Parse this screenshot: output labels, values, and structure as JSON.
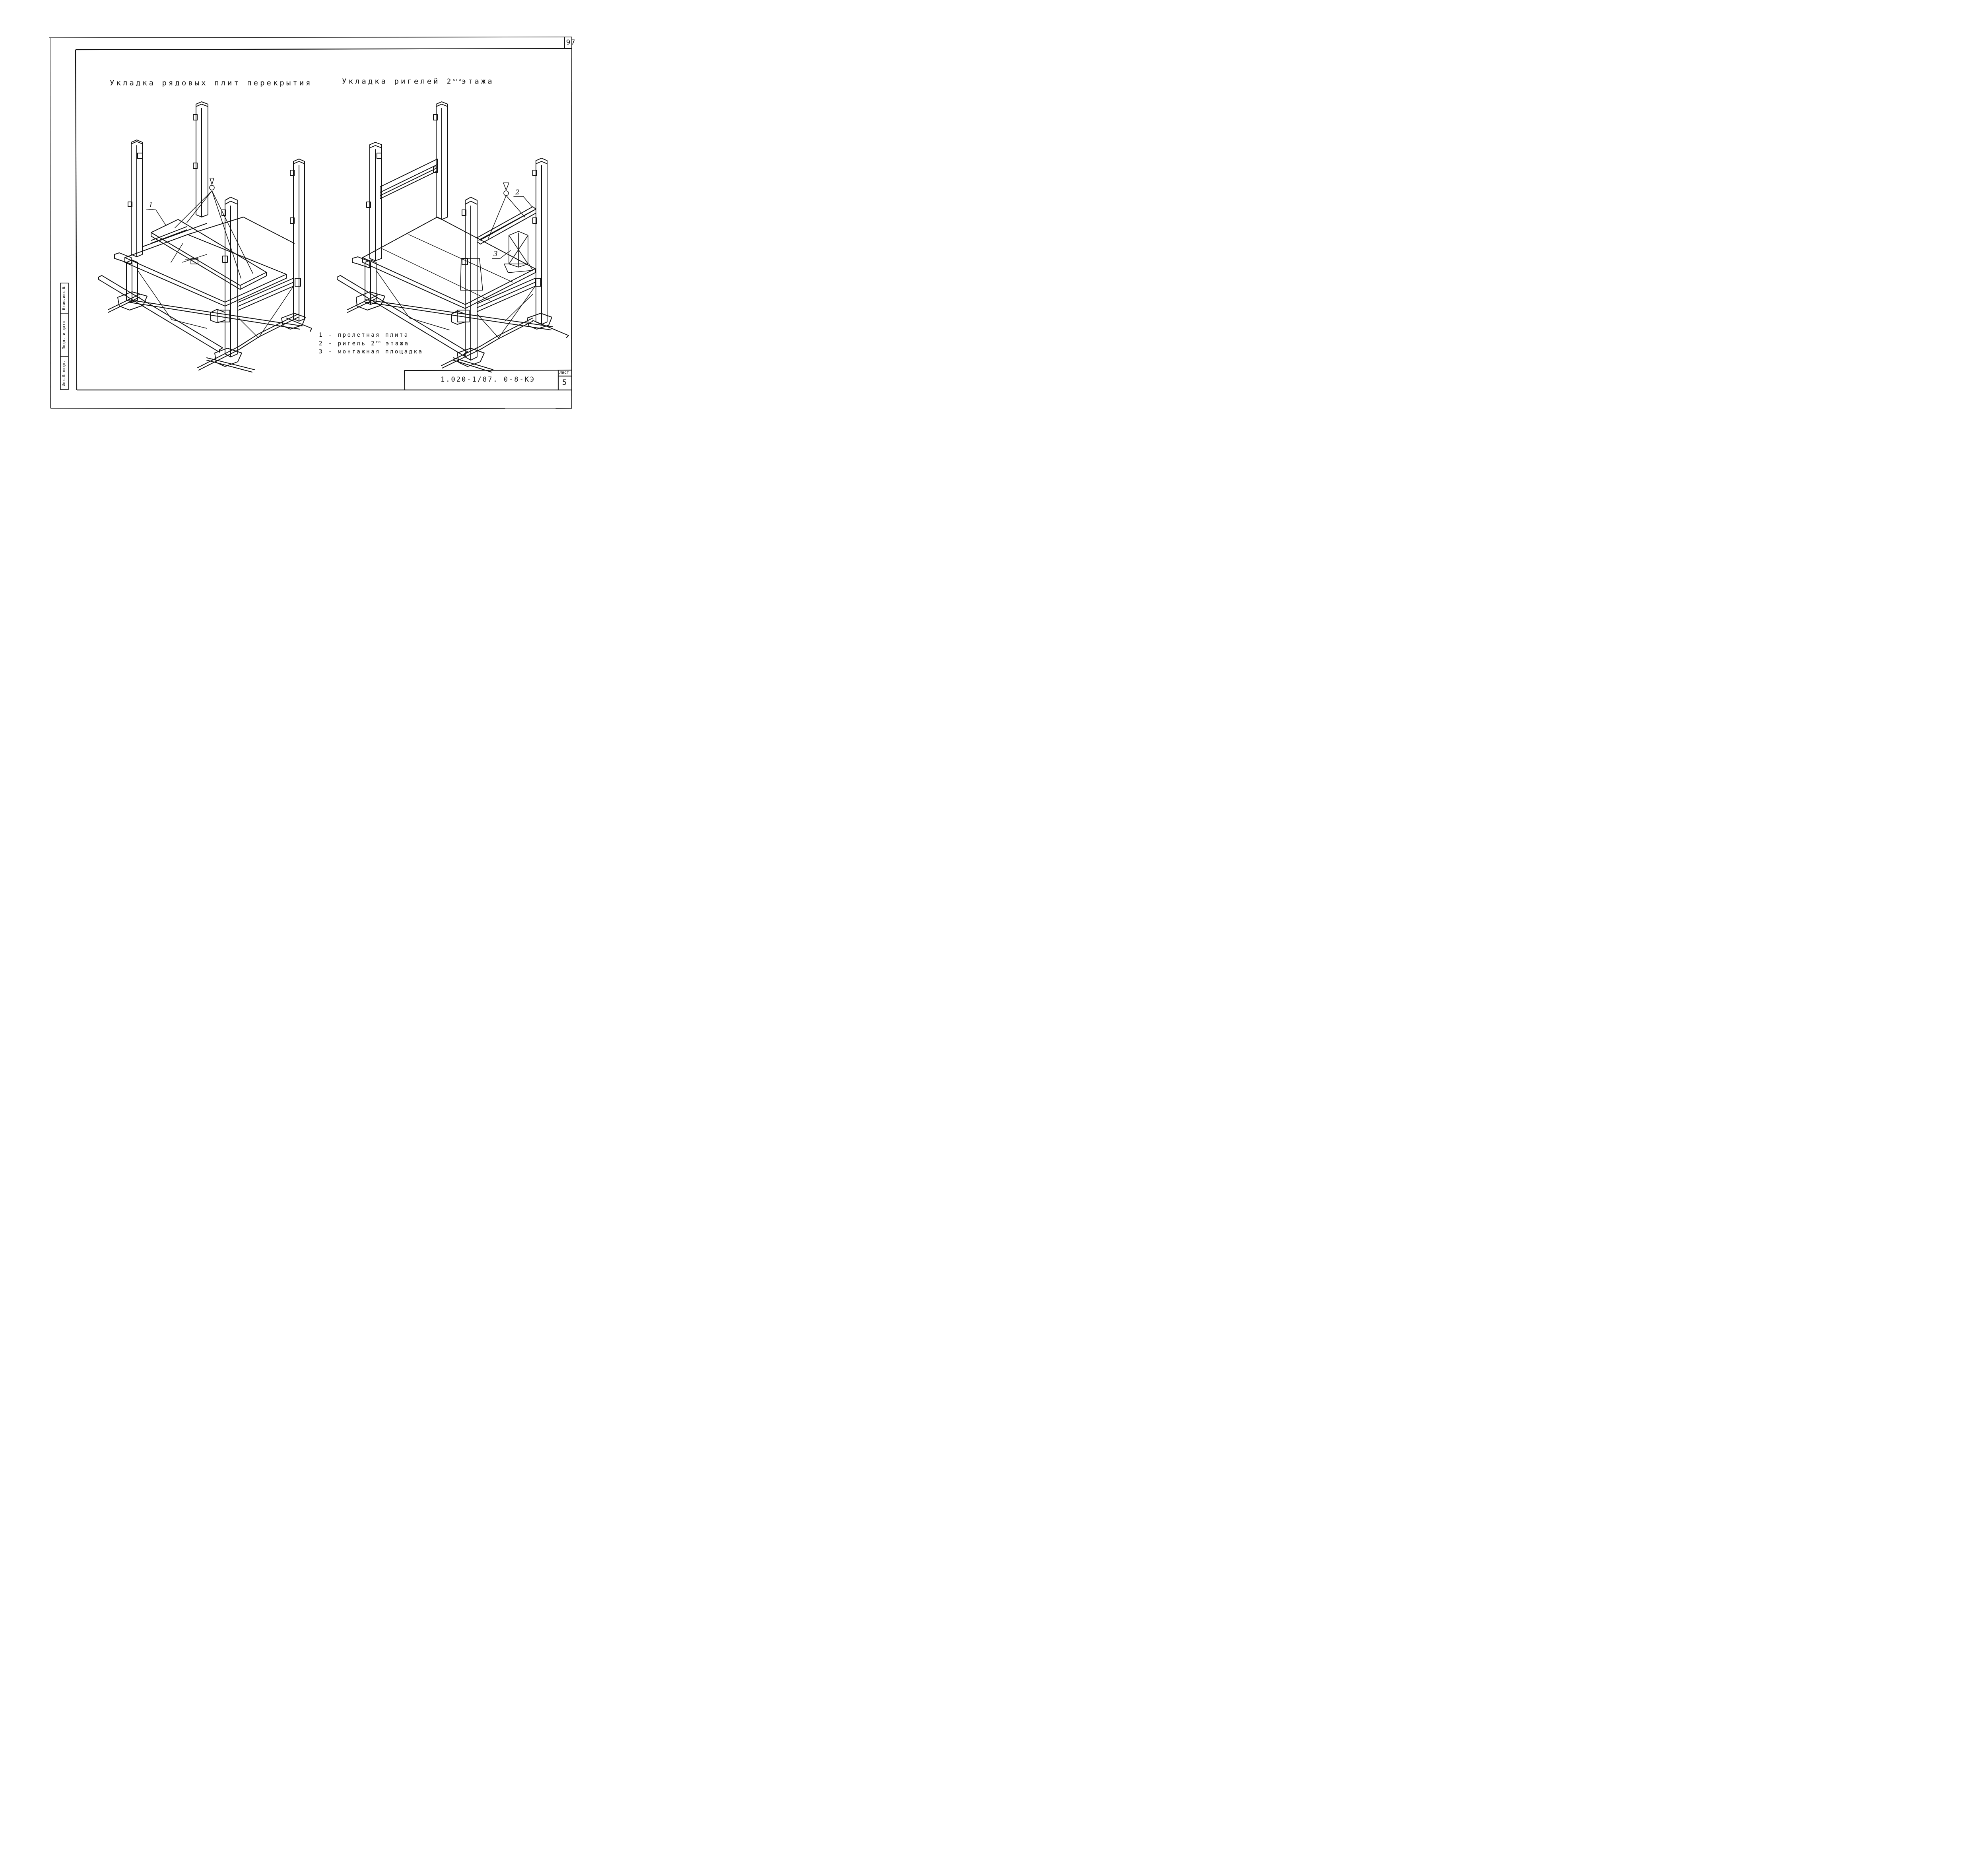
{
  "sheet": {
    "page_number": "97",
    "document_code": "1.020-1/87. 0-8-КЭ",
    "sheet_label": "Лист",
    "sheet_number": "5"
  },
  "titles": {
    "left": "Укладка рядовых плит перекрытия",
    "right_prefix": "Укладка ригелей 2",
    "right_sup": "ого",
    "right_suffix": "этажа"
  },
  "callouts": {
    "c1": "1",
    "c2": "2",
    "c3": "3"
  },
  "legend": {
    "item1": "1 - пролетная плита",
    "item2_prefix": "2 - ригель 2",
    "item2_sup": "го",
    "item2_suffix": " этажа",
    "item3": "3 - монтажная площадка"
  },
  "stamp": {
    "inv_number": "Инв.№ подл.",
    "sign_date": "Подп. и дата",
    "replace_inv": "Взам.инв.№"
  }
}
